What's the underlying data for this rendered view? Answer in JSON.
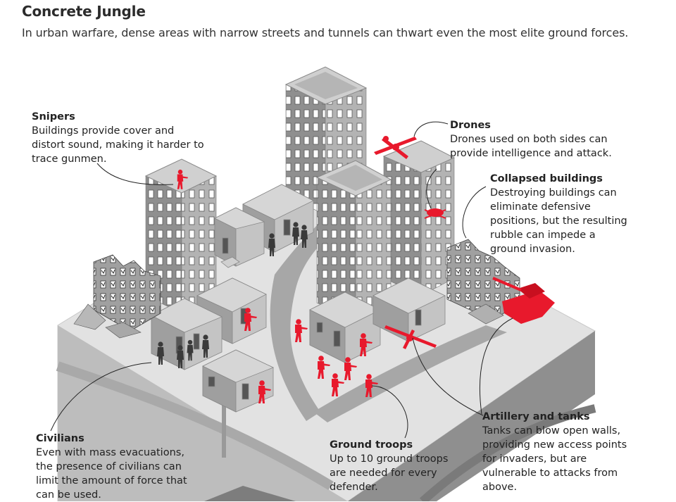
{
  "title": "Concrete Jungle",
  "subtitle": "In urban warfare, dense areas with narrow streets and tunnels can thwart even the most elite ground forces.",
  "callouts": {
    "snipers": {
      "heading": "Snipers",
      "body": "Buildings provide cover and distort sound, making it harder to trace gunmen."
    },
    "drones": {
      "heading": "Drones",
      "body": "Drones used on both sides can provide intelligence and attack."
    },
    "collapsed": {
      "heading": "Collapsed buildings",
      "body": "Destroying buildings can eliminate defensive positions, but the resulting rubble can impede a ground invasion."
    },
    "civilians": {
      "heading": "Civilians",
      "body": "Even with mass evacuations, the presence of civilians can limit the amount of force that can be used."
    },
    "ground": {
      "heading": "Ground troops",
      "body": "Up to 10 ground troops are needed for every defender."
    },
    "artillery": {
      "heading": "Artillery and tanks",
      "body": "Tanks can blow open walls, providing new access points for invaders, but are vulnerable to attacks from above."
    }
  },
  "colors": {
    "accent": "#e8192c",
    "building_front": "#9c9c9c",
    "building_side": "#b9b9b9",
    "building_top": "#d0d0d0",
    "ground_top": "#e3e3e3",
    "road": "#a6a6a6"
  }
}
